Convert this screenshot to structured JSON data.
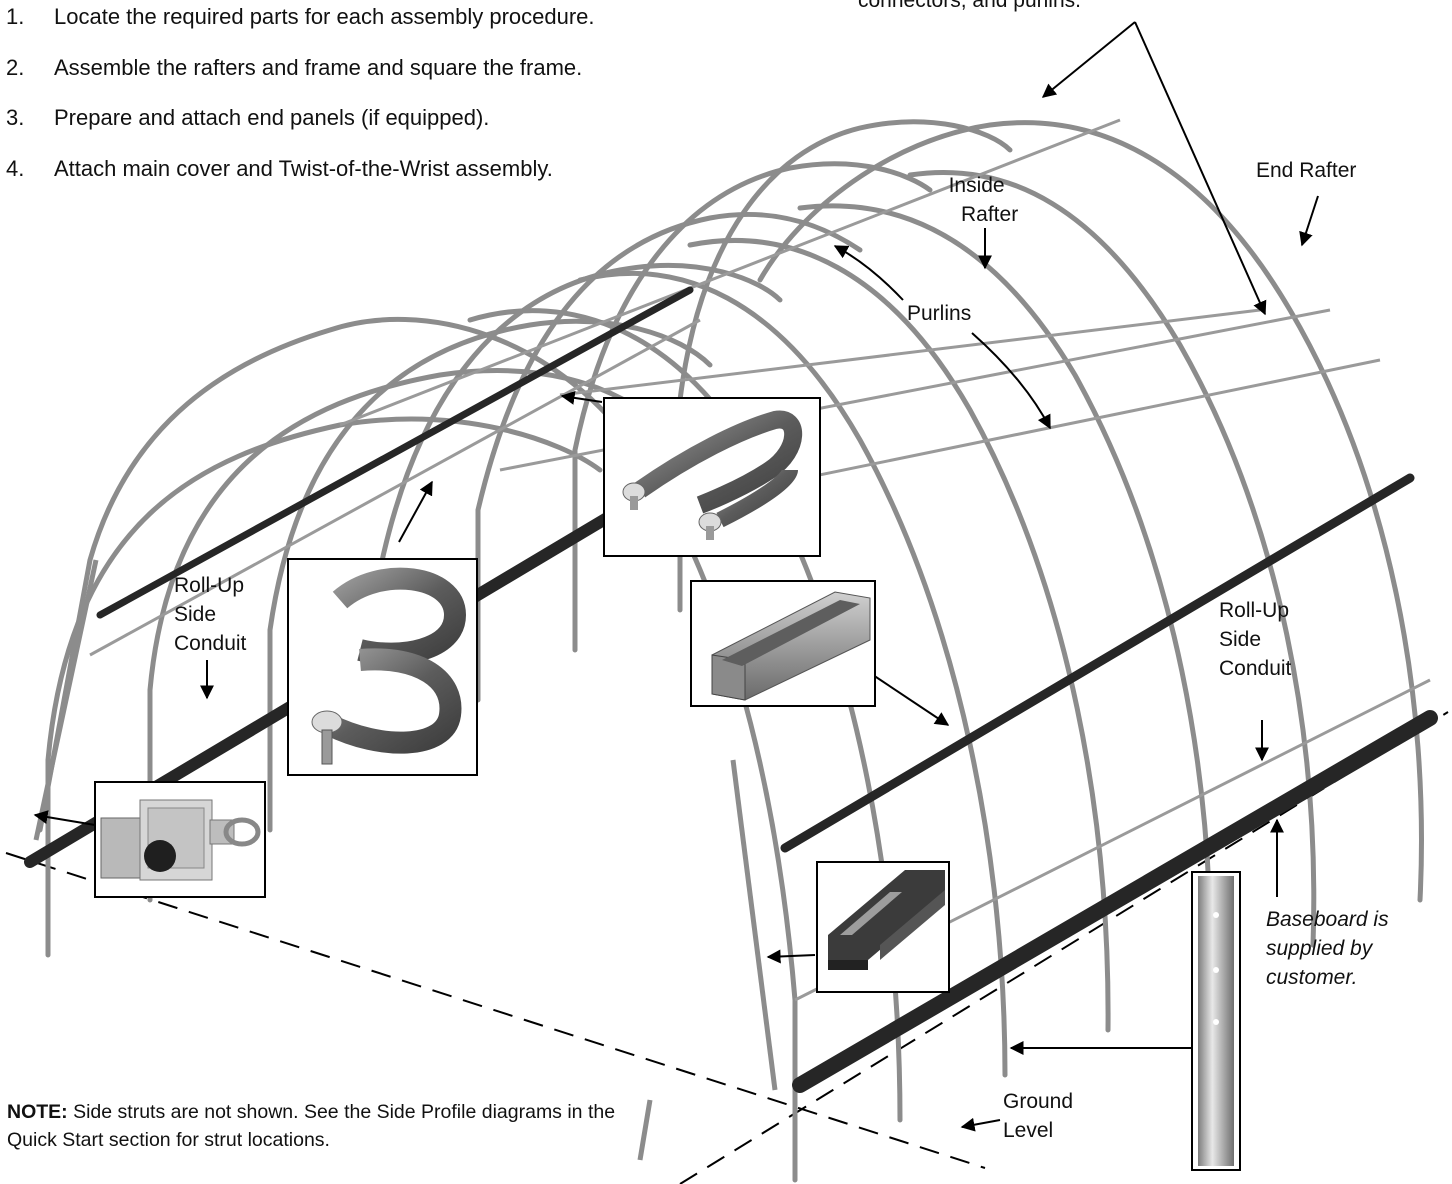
{
  "steps": [
    {
      "number": "1.",
      "text": "Locate the required parts for each assembly procedure."
    },
    {
      "number": "2.",
      "text": "Assemble the rafters and frame and square the frame."
    },
    {
      "number": "3.",
      "text": "Prepare and attach end panels (if equipped)."
    },
    {
      "number": "4.",
      "text": "Attach main cover and Twist-of-the-Wrist assembly."
    }
  ],
  "labels": {
    "connectors_cut": "connectors, and purlins.",
    "end_rafter": "End Rafter",
    "inside_rafter": [
      "Inside",
      "Rafter"
    ],
    "purlins": "Purlins",
    "roll_up_left": [
      "Roll-Up",
      "Side",
      "Conduit"
    ],
    "roll_up_right": [
      "Roll-Up",
      "Side",
      "Conduit"
    ],
    "baseboard": [
      "Baseboard is",
      "supplied by",
      "customer."
    ],
    "ground_level": [
      "Ground",
      "Level"
    ]
  },
  "note": {
    "bold": "NOTE:",
    "text": " Side struts are not shown. See the Side Profile diagrams in the Quick Start section for strut locations."
  },
  "colors": {
    "frame_tube": "#8c8c8c",
    "tube_highlight": "#e6e6e6",
    "channel_dark": "#262626",
    "inset_part": "#7a7a7a"
  },
  "icons": [
    "crank-gearbox-icon",
    "double-loop-clamp-icon",
    "pipe-clamp-icon",
    "c-channel-icon",
    "h-channel-icon",
    "ground-post-icon"
  ]
}
